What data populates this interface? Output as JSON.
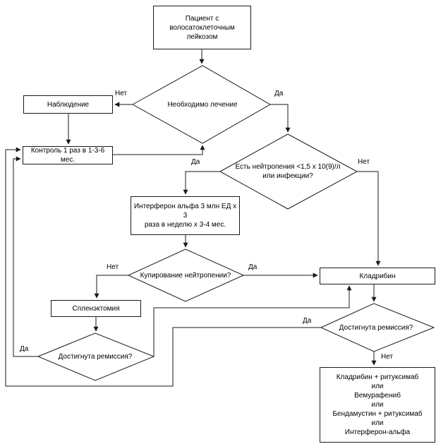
{
  "labels": {
    "yes": "Да",
    "no": "Нет"
  },
  "nodes": {
    "patient": "Пациент с волосатоклеточным\nлейкозом",
    "need_treatment": "Необходимо лечение",
    "observation": "Наблюдение",
    "control": "Контроль 1 раз в 1-3-6 мес.",
    "neutropenia": "Есть нейтропения <1,5 х 10(9)/л\nили инфекции?",
    "interferon": "Интерферон альфа 3 млн ЕД х 3\nраза в неделю х 3-4 мес.",
    "neutropenia_relief": "Купирование нейтропении?",
    "splenectomy": "Спленэктомия",
    "remission_left": "Достигнута ремиссия?",
    "cladribine": "Кладрибин",
    "remission_right": "Достигнута ремиссия?",
    "second_line": "Кладрибин + ритуксимаб\nили\nВемурафениб\nили\nБендамустин + ритуксимаб\nили\nИнтерферон-альфа"
  },
  "colors": {
    "line": "#1a1a1a",
    "node_fill": "#ffffff",
    "node_border": "#1a1a1a",
    "background": "#ffffff"
  }
}
